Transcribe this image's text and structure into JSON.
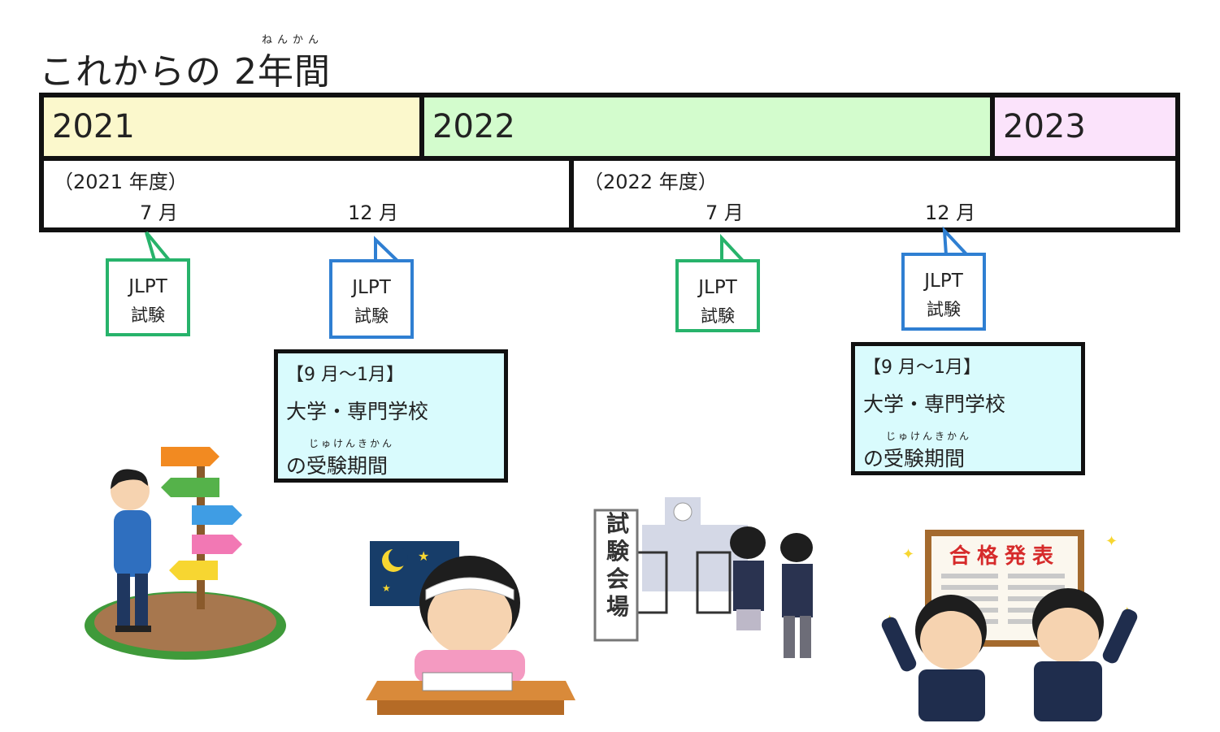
{
  "title": {
    "text": "これからの 2年間",
    "ruby": "ねんかん"
  },
  "years": [
    "2021",
    "2022",
    "2023"
  ],
  "fiscal": [
    {
      "label": "（2021 年度）",
      "months": [
        "7 月",
        "12 月"
      ]
    },
    {
      "label": "（2022 年度）",
      "months": [
        "7 月",
        "12 月"
      ]
    }
  ],
  "callouts": [
    {
      "line1": "JLPT",
      "line2": "試験",
      "color": "#27b36b"
    },
    {
      "line1": "JLPT",
      "line2": "試験",
      "color": "#2f7fd2"
    },
    {
      "line1": "JLPT",
      "line2": "試験",
      "color": "#27b36b"
    },
    {
      "line1": "JLPT",
      "line2": "試験",
      "color": "#2f7fd2"
    }
  ],
  "info_boxes": [
    {
      "period": "【9 月～1月】",
      "line1": "大学・専門学校",
      "ruby": "じゅけんきかん",
      "line2": "の受験期間"
    },
    {
      "period": "【9 月～1月】",
      "line1": "大学・専門学校",
      "ruby": "じゅけんきかん",
      "line2": "の受験期間"
    }
  ],
  "illustration_text": {
    "exam_hall_sign": "試験会場",
    "results_board": "合格発表"
  }
}
